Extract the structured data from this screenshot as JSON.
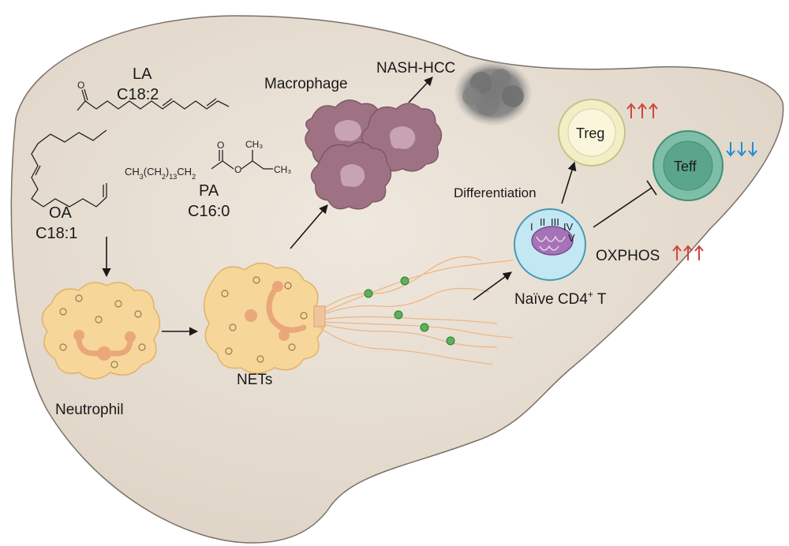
{
  "labels": {
    "la_name": "LA",
    "la_formula": "C18:2",
    "oa_name": "OA",
    "oa_formula": "C18:1",
    "pa_name": "PA",
    "pa_formula": "C16:0",
    "pa_structure": "CH3(CH2)13CH2",
    "macrophage": "Macrophage",
    "nash_hcc": "NASH-HCC",
    "treg": "Treg",
    "teff": "Teff",
    "differentiation": "Differentiation",
    "naive_cd4": "Naïve CD4",
    "naive_cd4_sup": "+",
    "naive_cd4_suffix": " T",
    "oxphos": "OXPHOS",
    "neutrophil": "Neutrophil",
    "nets": "NETs",
    "complex_i": "I",
    "complex_ii": "II",
    "complex_iii": "III",
    "complex_iv": "IV",
    "complex_v": "V"
  },
  "colors": {
    "liver_fill": "#e6ddd1",
    "liver_stroke": "#7a7068",
    "neutrophil_fill": "#f7d69a",
    "macrophage_fill": "#9e7283",
    "treg_fill": "#f2eec5",
    "teff_fill": "#7ebea8",
    "naive_fill": "#c3e7f3",
    "mito_fill": "#a673b7",
    "up_arrow": "#d0443c",
    "down_arrow": "#1f8ecf",
    "net_green": "#5bb25a"
  },
  "icons": {
    "treg_trend": "up-arrows-icon",
    "teff_trend": "down-arrows-icon",
    "oxphos_trend": "up-arrows-icon"
  }
}
